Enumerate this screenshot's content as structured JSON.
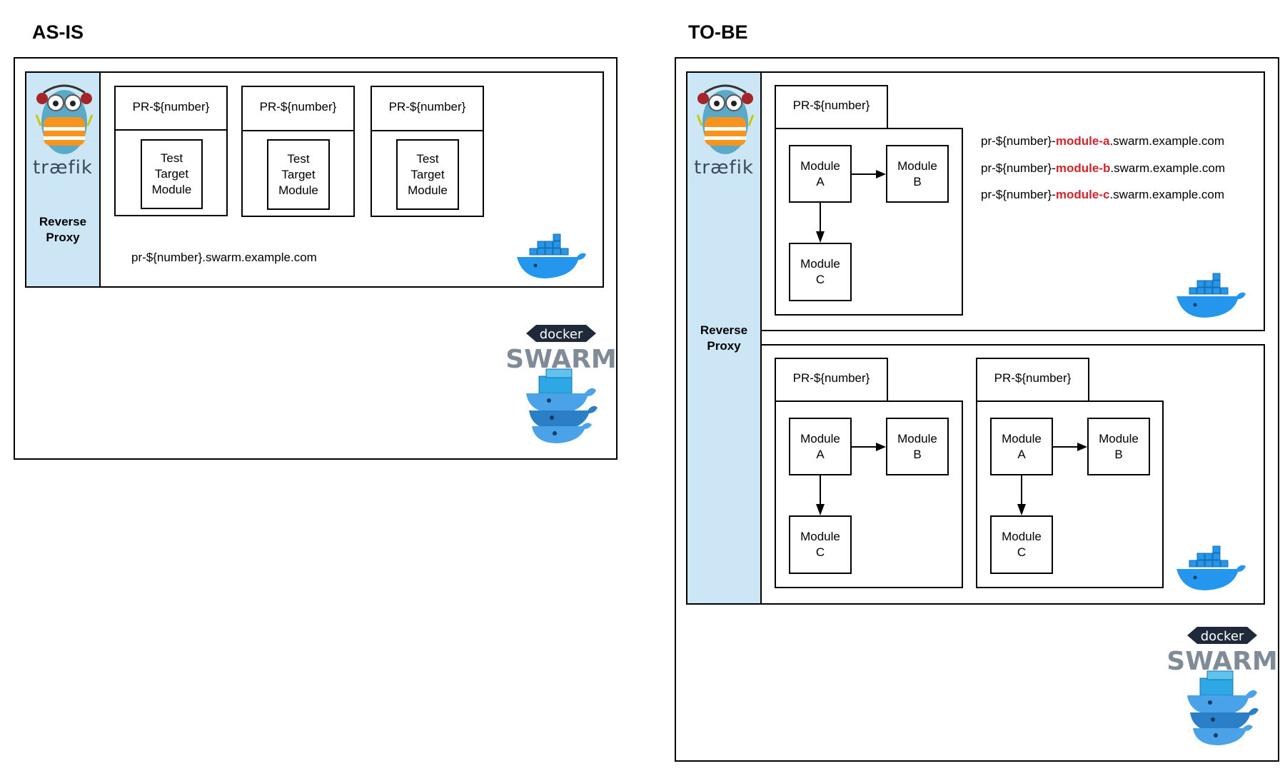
{
  "as_is": {
    "heading": "AS-IS",
    "proxy_label": "Reverse\nProxy",
    "traefik_logo_text": "træfik",
    "pr_groups": [
      {
        "tab": "PR-${number}",
        "module": "Test\nTarget\nModule"
      },
      {
        "tab": "PR-${number}",
        "module": "Test\nTarget\nModule"
      },
      {
        "tab": "PR-${number}",
        "module": "Test\nTarget\nModule"
      }
    ],
    "url": "pr-${number}.swarm.example.com",
    "swarm_logo": {
      "top": "docker",
      "bottom": "SWARM"
    }
  },
  "to_be": {
    "heading": "TO-BE",
    "proxy_label": "Reverse\nProxy",
    "traefik_logo_text": "træfik",
    "top_group": {
      "tab": "PR-${number}",
      "modules": {
        "a": "Module\nA",
        "b": "Module\nB",
        "c": "Module\nC"
      }
    },
    "urls": [
      {
        "prefix": "pr-${number}-",
        "highlight": "module-a",
        "suffix": ".swarm.example.com"
      },
      {
        "prefix": "pr-${number}-",
        "highlight": "module-b",
        "suffix": ".swarm.example.com"
      },
      {
        "prefix": "pr-${number}-",
        "highlight": "module-c",
        "suffix": ".swarm.example.com"
      }
    ],
    "bottom_groups": [
      {
        "tab": "PR-${number}",
        "modules": {
          "a": "Module\nA",
          "b": "Module\nB",
          "c": "Module\nC"
        }
      },
      {
        "tab": "PR-${number}",
        "modules": {
          "a": "Module\nA",
          "b": "Module\nB",
          "c": "Module\nC"
        }
      }
    ],
    "swarm_logo": {
      "top": "docker",
      "bottom": "SWARM"
    }
  },
  "colors": {
    "proxy_fill": "#cce6f6",
    "highlight": "#d3232b",
    "docker_blue": "#2496ed"
  }
}
